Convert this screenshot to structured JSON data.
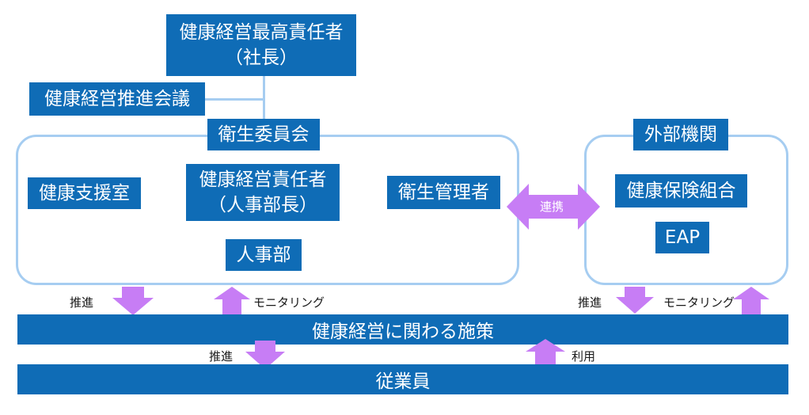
{
  "boxes": {
    "ceo_line1": "健康経営最高責任者",
    "ceo_line2": "（社長）",
    "council": "健康経営推進会議",
    "committee": "衛生委員会",
    "external": "外部機関",
    "support_office": "健康支援室",
    "manager_line1": "健康経営責任者",
    "manager_line2": "（人事部長）",
    "hygiene_manager": "衛生管理者",
    "hr_dept": "人事部",
    "health_insurance": "健康保険組合",
    "eap": "EAP"
  },
  "bands": {
    "measures": "健康経営に関わる施策",
    "employees": "従業員"
  },
  "labels": {
    "coop": "連携",
    "promote_left": "推進",
    "monitor_left": "モニタリング",
    "promote_right": "推進",
    "monitor_right": "モニタリング",
    "promote_bottom": "推進",
    "use": "利用"
  },
  "colors": {
    "box_blue": "#0f6cb6",
    "frame_light_blue": "#a6cdf1",
    "arrow_violet": "#c77df5"
  }
}
